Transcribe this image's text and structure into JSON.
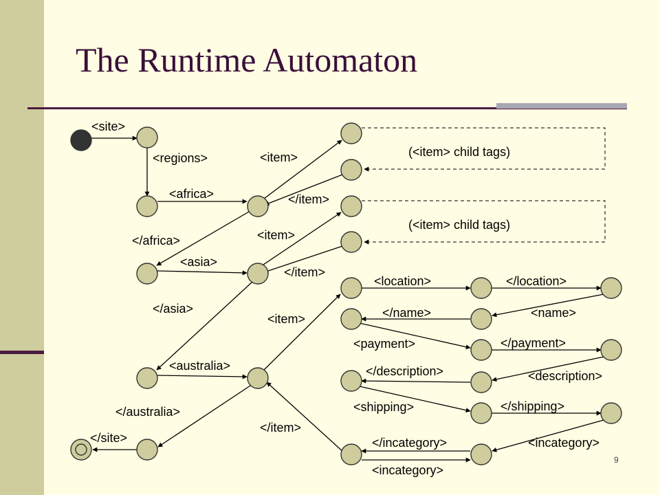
{
  "slide": {
    "title": "The Runtime Automaton",
    "page_number": "9"
  },
  "colors": {
    "background": "#fffde3",
    "sidebar": "#cfcc9d",
    "state_fill": "#cfcc9d",
    "start_state": "#333333",
    "title_color": "#3a0f3a"
  },
  "diagram": {
    "state_count": 26,
    "labels": {
      "site_open": "<site>",
      "regions_open": "<regions>",
      "africa_open": "<africa>",
      "africa_close": "</africa>",
      "asia_open": "<asia>",
      "asia_close": "</asia>",
      "australia_open": "<australia>",
      "australia_close": "</australia>",
      "site_close": "</site>",
      "item_open_1": "<item>",
      "item_close_1": "</item>",
      "item_open_2": "<item>",
      "item_close_2": "</item>",
      "item_open_3": "<item>",
      "item_close_3": "</item>",
      "child_tags_1": "(<item> child tags)",
      "child_tags_2": "(<item> child tags)",
      "location_open": "<location>",
      "location_close": "</location>",
      "name_open": "<name>",
      "name_close": "</name>",
      "payment_open": "<payment>",
      "payment_close": "</payment>",
      "description_open": "<description>",
      "description_close": "</description>",
      "shipping_open": "<shipping>",
      "shipping_close": "</shipping>",
      "incategory_open": "<incategory>",
      "incategory_close": "</incategory>",
      "incategory_open_2": "<incategory>"
    }
  }
}
